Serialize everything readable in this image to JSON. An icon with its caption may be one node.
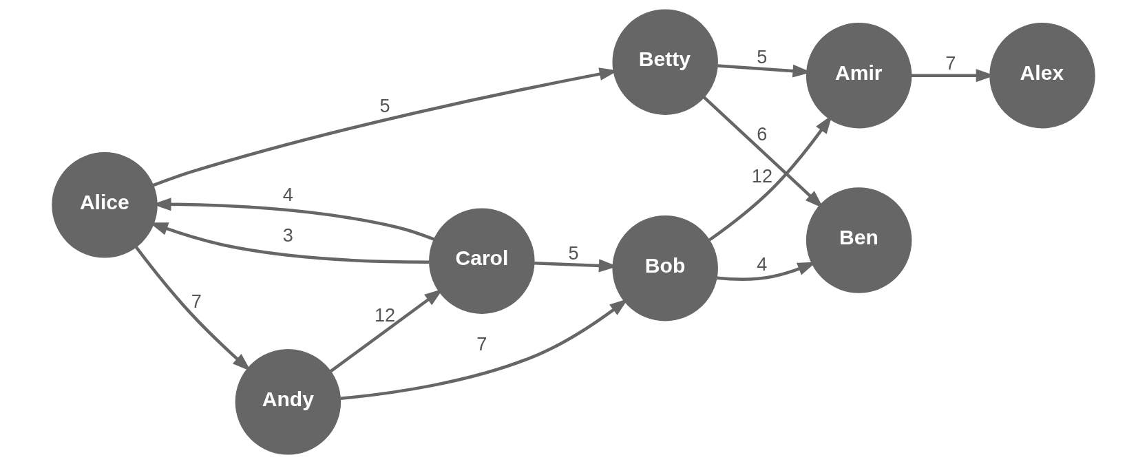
{
  "diagram": {
    "nodes": [
      {
        "text": [
          "Alice"
        ]
      },
      {
        "text": [
          "Betty"
        ]
      },
      {
        "text": [
          "Amir"
        ]
      },
      {
        "text": [
          "Andy"
        ]
      },
      {
        "text": [
          "Ben"
        ]
      },
      {
        "text": [
          "Carol"
        ]
      },
      {
        "text": [
          "Bob"
        ]
      },
      {
        "text": [
          "Alex"
        ]
      }
    ],
    "edges": [
      {
        "from": 0,
        "to": 1,
        "arrow": "to",
        "label": "5"
      },
      {
        "from": 0,
        "to": 3,
        "arrow": "to",
        "label": "7"
      },
      {
        "from": 1,
        "to": 2,
        "arrow": "to",
        "label": "5"
      },
      {
        "from": 1,
        "to": 4,
        "arrow": "to",
        "label": "6"
      },
      {
        "from": 2,
        "to": 7,
        "arrow": "to",
        "label": "7"
      },
      {
        "from": 3,
        "to": 5,
        "arrow": "to",
        "label": "12"
      },
      {
        "from": 3,
        "to": 6,
        "arrow": "to",
        "label": "7"
      },
      {
        "from": 5,
        "to": 0,
        "arrow": "to",
        "label": "4"
      },
      {
        "from": 5,
        "to": 0,
        "arrow": "to",
        "label": "3"
      },
      {
        "from": 5,
        "to": 6,
        "arrow": "to",
        "label": "5"
      },
      {
        "from": 6,
        "to": 4,
        "arrow": "to",
        "label": "4"
      },
      {
        "from": 6,
        "to": 2,
        "arrow": "to",
        "label": "12"
      }
    ]
  }
}
